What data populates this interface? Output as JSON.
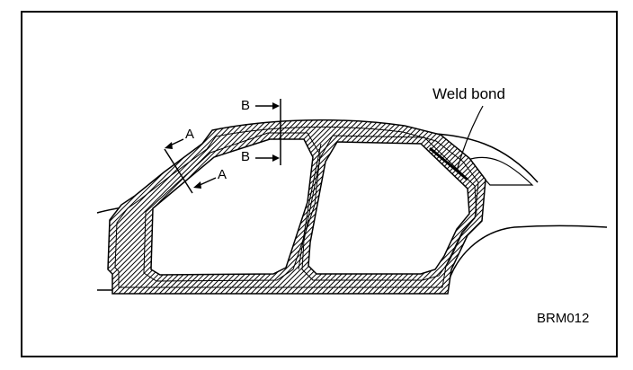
{
  "labels": {
    "weld_bond": "Weld bond",
    "figure_code": "BRM012",
    "section_a": "A",
    "section_b": "B"
  },
  "colors": {
    "line": "#000000",
    "background": "#ffffff"
  },
  "hatch_pattern": "diagonal-hatch"
}
